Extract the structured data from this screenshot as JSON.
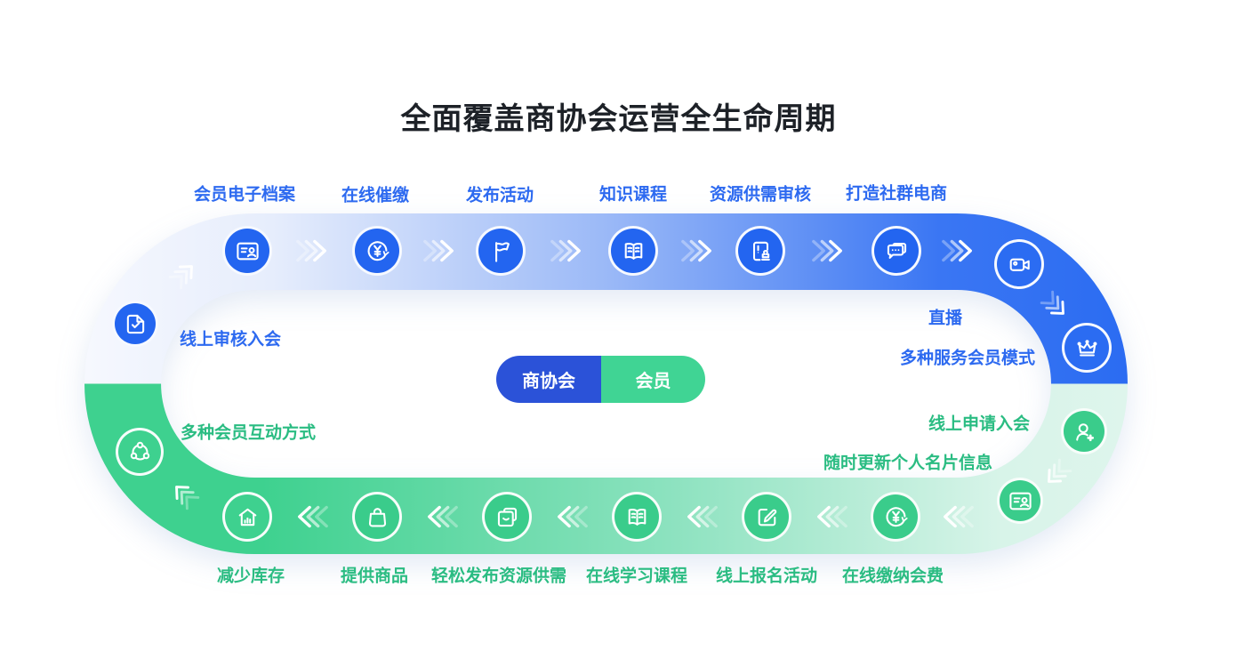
{
  "title": "全面覆盖商协会运营全生命周期",
  "center": {
    "org_label": "商协会",
    "member_label": "会员"
  },
  "nodes": {
    "top": [
      {
        "label": "会员电子档案",
        "icon": "id-card-icon"
      },
      {
        "label": "在线催缴",
        "icon": "yen-cycle-icon"
      },
      {
        "label": "发布活动",
        "icon": "flag-icon"
      },
      {
        "label": "知识课程",
        "icon": "open-book-icon"
      },
      {
        "label": "资源供需审核",
        "icon": "stamp-doc-icon"
      },
      {
        "label": "打造社群电商",
        "icon": "chat-bubbles-icon"
      }
    ],
    "right": [
      {
        "label": "直播",
        "icon": "video-camera-icon"
      },
      {
        "label": "多种服务会员模式",
        "icon": "crown-icon"
      },
      {
        "label": "线上申请入会",
        "icon": "user-add-icon"
      },
      {
        "label": "随时更新个人名片信息",
        "icon": "id-card-icon"
      }
    ],
    "bottom": [
      {
        "label": "在线缴纳会费",
        "icon": "yen-cycle-icon"
      },
      {
        "label": "线上报名活动",
        "icon": "pencil-box-icon"
      },
      {
        "label": "在线学习课程",
        "icon": "open-book-icon"
      },
      {
        "label": "轻松发布资源供需",
        "icon": "copy-docs-icon"
      },
      {
        "label": "提供商品",
        "icon": "shopping-bag-icon"
      },
      {
        "label": "减少库存",
        "icon": "warehouse-chart-icon"
      }
    ],
    "left": [
      {
        "label": "多种会员互动方式",
        "icon": "network-nodes-icon"
      },
      {
        "label": "线上审核入会",
        "icon": "doc-check-icon"
      }
    ]
  },
  "colors": {
    "track_blue": "#2b6cf2",
    "track_blue_light": "#f5f7fe",
    "track_green": "#3ed18f",
    "track_green_light": "#def5ec",
    "icon_blue": "#2365f0",
    "icon_green": "#3acc8b",
    "label_blue": "#2d6af0",
    "label_green": "#2abc82",
    "pill_blue": "#2b52d8",
    "pill_green": "#40d494",
    "title_color": "#1d2127"
  }
}
